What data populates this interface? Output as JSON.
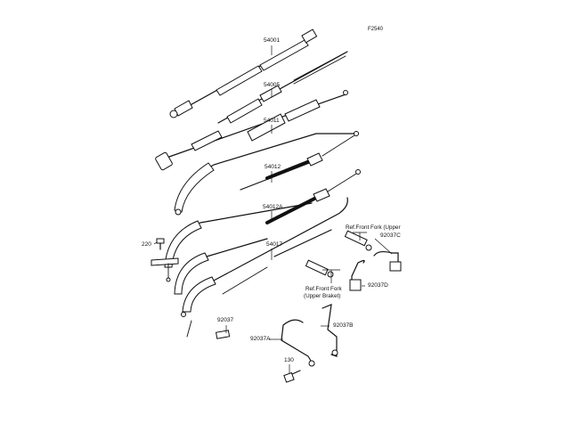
{
  "figure_code": "F2540",
  "parts": [
    {
      "id": "54001",
      "label": "54001"
    },
    {
      "id": "54005",
      "label": "54005"
    },
    {
      "id": "54011",
      "label": "54011"
    },
    {
      "id": "54012",
      "label": "54012"
    },
    {
      "id": "54012A",
      "label": "54012A"
    },
    {
      "id": "54017",
      "label": "54017"
    },
    {
      "id": "220",
      "label": "220"
    },
    {
      "id": "92037",
      "label": "92037"
    },
    {
      "id": "92037A",
      "label": "92037A"
    },
    {
      "id": "92037B",
      "label": "92037B"
    },
    {
      "id": "92037C",
      "label": "92037C"
    },
    {
      "id": "92037D",
      "label": "92037D"
    },
    {
      "id": "130",
      "label": "130"
    }
  ],
  "references": {
    "upper_fork": "Ref.Front Fork (Upper",
    "upper_bracket_line1": "Ref.Front Fork",
    "upper_bracket_line2": "(Upper Braket)"
  }
}
